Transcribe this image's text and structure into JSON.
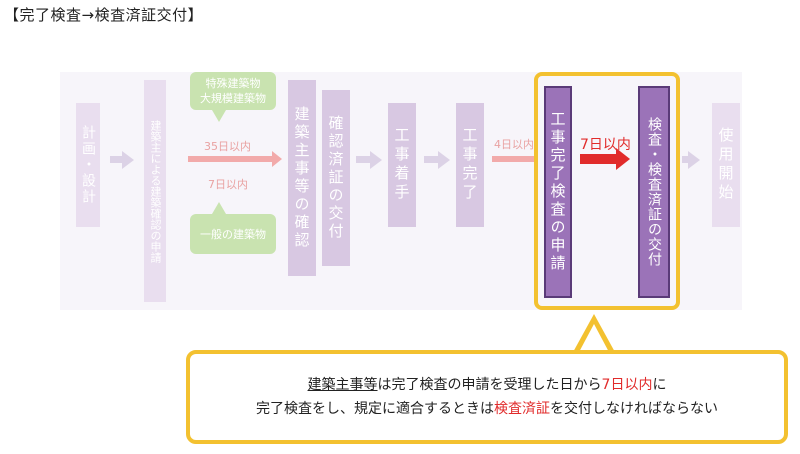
{
  "title": "【完了検査→検査済証交付】",
  "flow": {
    "keikaku": "計画・設計",
    "kakunin_shinsei": "建築主による建築確認の申請",
    "special_bubble": "特殊建築物\n大規模建築物",
    "days35": "35日以内",
    "days7a": "7日以内",
    "general_bubble": "一般の建築物",
    "kenchikushuji_kakunin": "建築主事等の確認",
    "kakunin_sumisho": "確認済証の交付",
    "chakushu": "工事着手",
    "kanryo": "工事完了",
    "days4": "4日以内",
    "kanryo_shinsei": "工事完了検査の申請",
    "days7b": "7日以内",
    "kensa_sumisho": "検査・検査済証の交付",
    "shiyo_kaishi": "使用開始"
  },
  "callout": {
    "l1_subject": "建築主事等",
    "l1_a": "は完了検査の申請を受理した日から",
    "l1_days": "7日以内",
    "l1_b": "に",
    "l2_a": "完了検査をし、規定に適合するときは",
    "l2_cert": "検査済証",
    "l2_b": "を交付しなければならない"
  },
  "colors": {
    "highlight": "#f3c130",
    "red": "#e12b2b",
    "purple_strong": "#9b73b8",
    "purple_faint": "#e9deef",
    "green_bubble": "#c9e3b0"
  }
}
